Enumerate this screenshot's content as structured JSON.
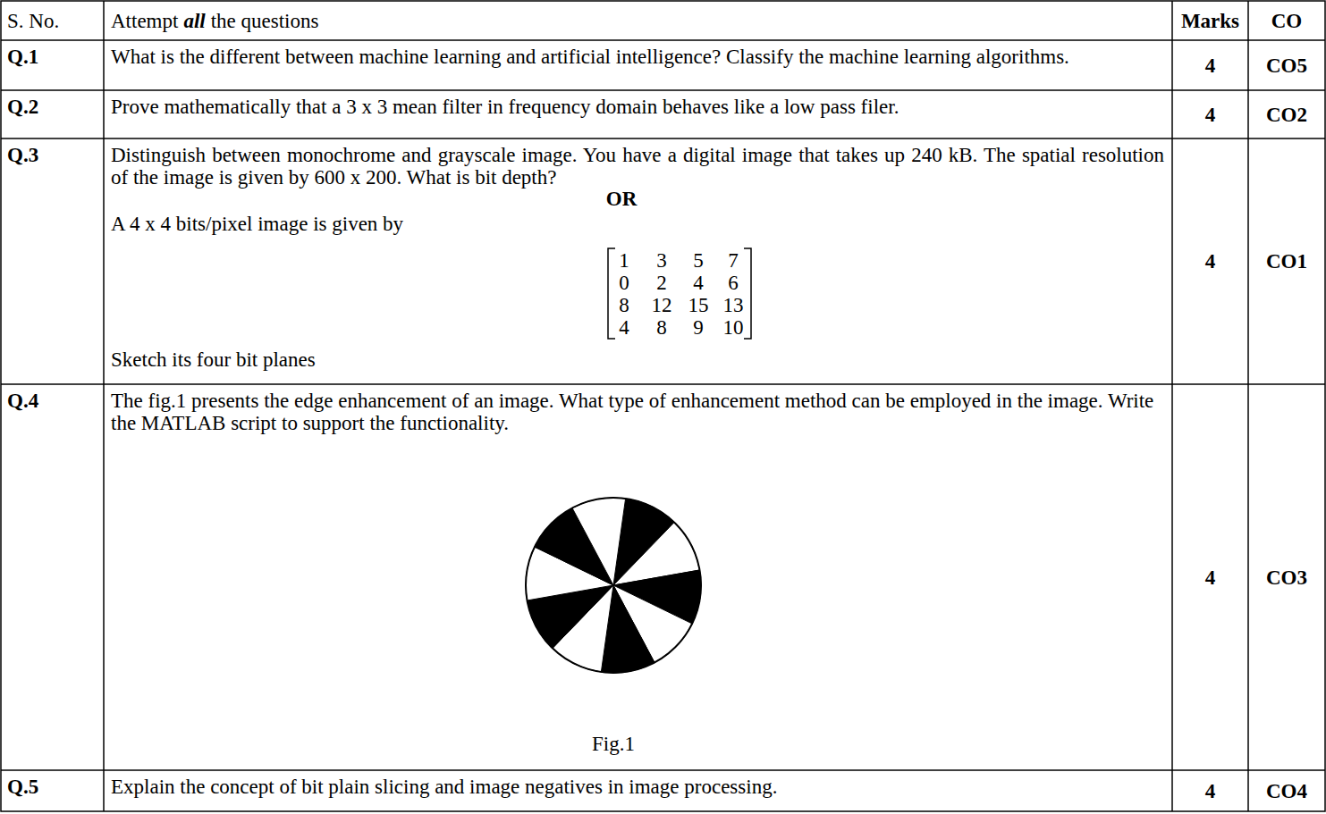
{
  "diagram": {
    "labels": [
      "S. No.",
      "Attempt",
      "all",
      "the questions",
      "Marks",
      "CO",
      "Q.1",
      "What is the different between machine learning and artificial intelligence? Classify the machine learning algorithms.",
      "4",
      "CO5",
      "Q.2",
      "Prove mathematically that a 3 x 3 mean filter in frequency domain behaves like a low pass filer.",
      "4",
      "CO2",
      "Q.3",
      "Distinguish between monochrome and grayscale image. You have a digital image that takes up 240 kB. The spatial resolution of the image is given by 600 x 200. What is bit depth?",
      "OR",
      "A 4 x 4 bits/pixel image is given by",
      "1",
      "3",
      "5",
      "7",
      "0",
      "2",
      "4",
      "6",
      "8",
      "12",
      "15",
      "13",
      "4",
      "8",
      "9",
      "10",
      "Sketch its four bit planes",
      "4",
      "CO1",
      "Q.4",
      "The fig.1 presents the edge enhancement of an image.  What type of enhancement method can be employed in the image. Write the MATLAB script to support the functionality.",
      "Fig.1",
      "4",
      "CO3",
      "Q.5",
      "Explain the concept of bit plain slicing and image negatives in image processing.",
      "4",
      "CO4"
    ]
  }
}
